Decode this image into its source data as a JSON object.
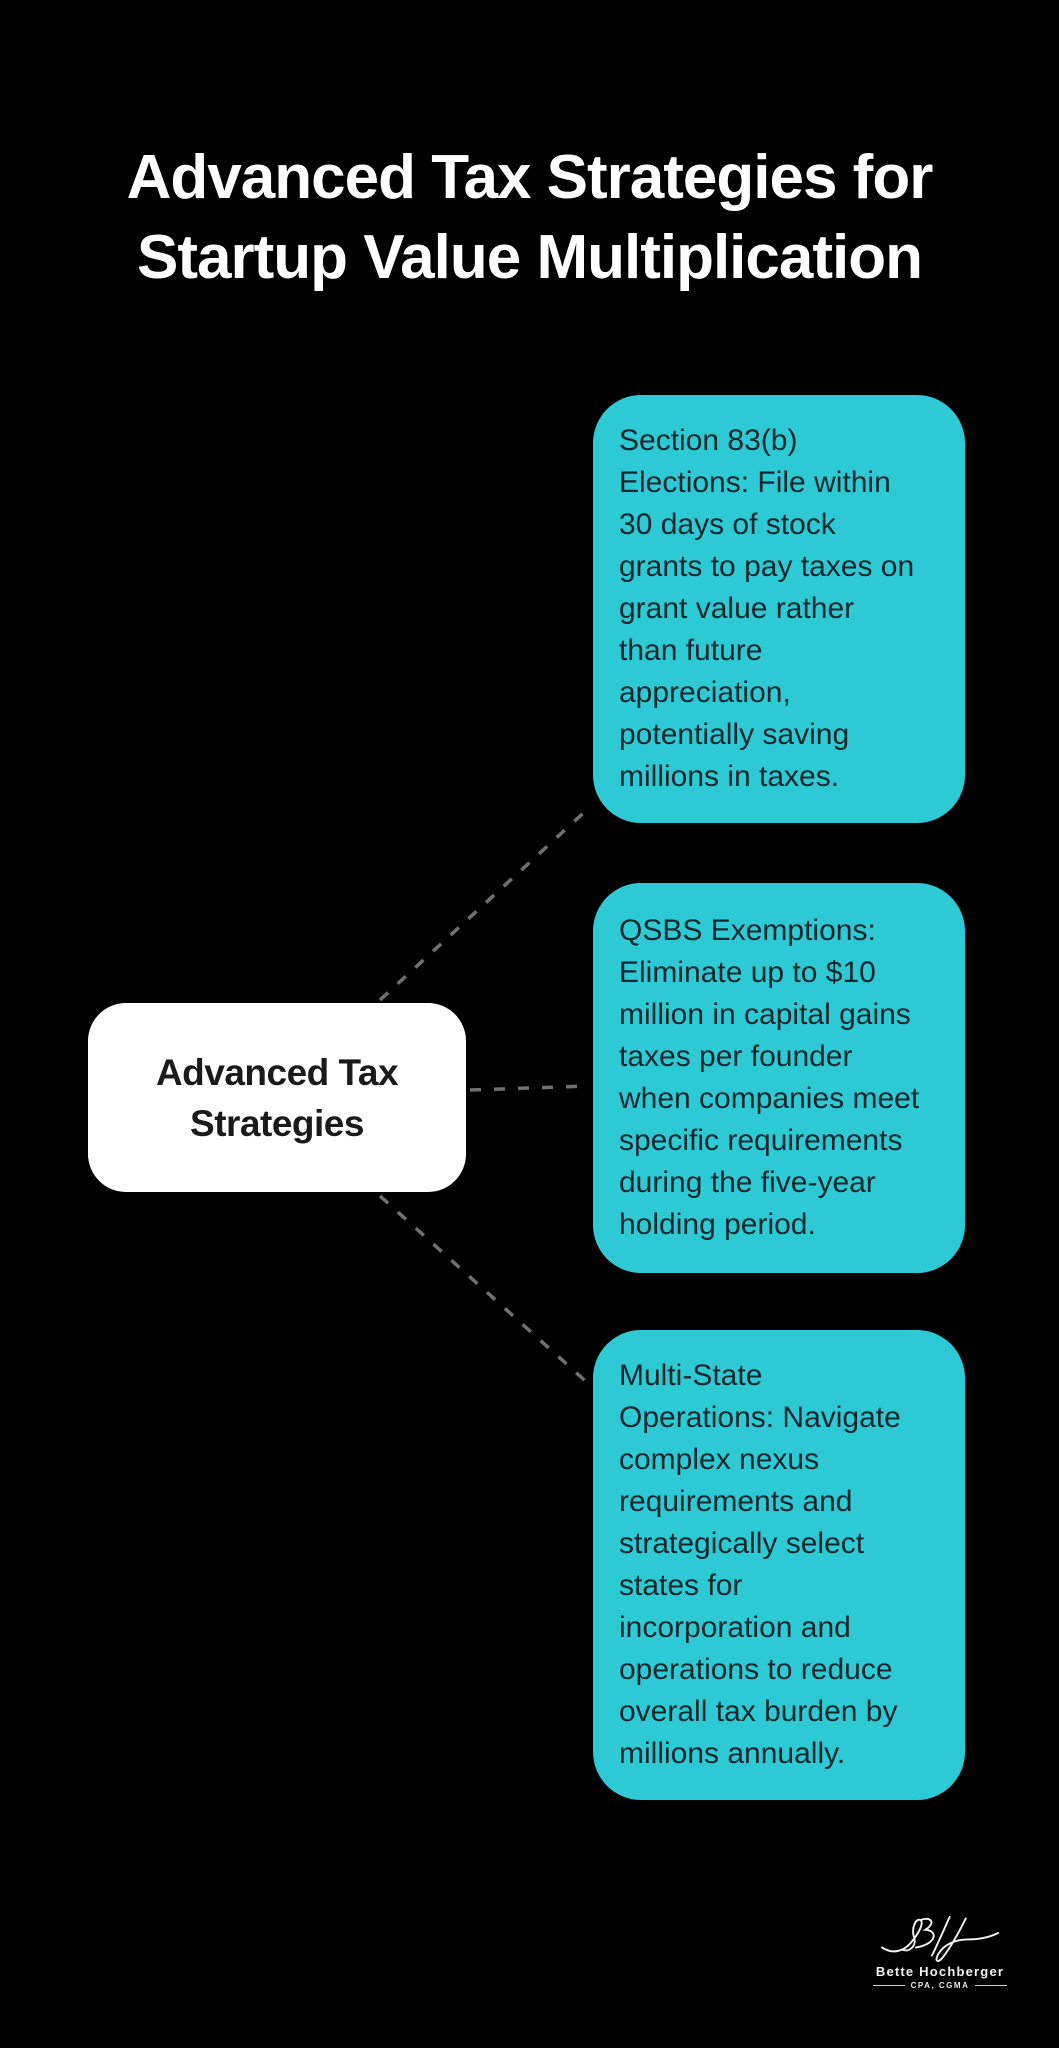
{
  "page": {
    "title": "Advanced Tax Strategies for\nStartup Value Multiplication"
  },
  "center_node": {
    "label": "Advanced Tax\nStrategies"
  },
  "cards": [
    {
      "name": "section-83b-elections",
      "text": "Section 83(b)\nElections: File within\n30 days of stock\ngrants to pay taxes on\ngrant value rather\nthan future\nappreciation,\npotentially saving\nmillions in taxes."
    },
    {
      "name": "qsbs-exemptions",
      "text": "QSBS Exemptions:\nEliminate up to $10\nmillion in capital gains\ntaxes per founder\nwhen companies meet\nspecific requirements\nduring the five-year\nholding period."
    },
    {
      "name": "multi-state-operations",
      "text": "Multi-State\nOperations: Navigate\ncomplex nexus\nrequirements and\nstrategically select\nstates for\nincorporation and\noperations to reduce\noverall tax burden by\nmillions annually."
    }
  ],
  "signature": {
    "monogram": "BH",
    "name": "Bette Hochberger",
    "credentials": "CPA, CGMA"
  },
  "colors": {
    "background": "#000000",
    "title_text": "#FFFFFF",
    "card_fill": "#2DCAD6",
    "card_text": "#13262A",
    "center_fill": "#FFFFFF",
    "center_text": "#1A1A1A",
    "connector": "#707070",
    "signature": "#F2F2F2"
  }
}
